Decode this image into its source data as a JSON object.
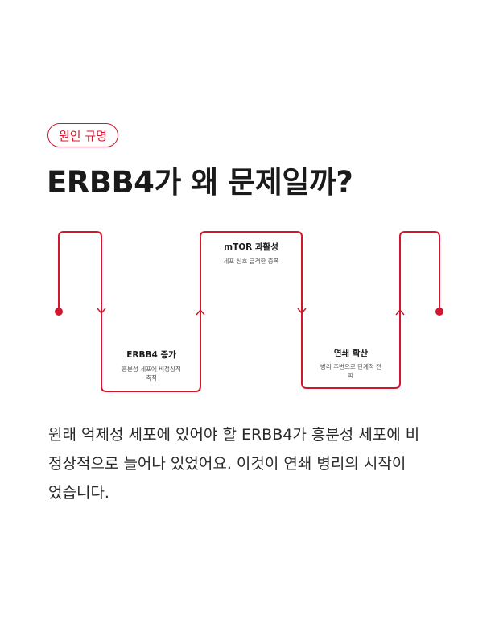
{
  "badge": "원인 규명",
  "title": "ERBB4가 왜 문제일까?",
  "diagram": {
    "accent_color": "#d0172d",
    "stages": [
      {
        "title": "ERBB4 증가",
        "desc_lines": [
          "흥분성 세포에 비정상적",
          "축적"
        ]
      },
      {
        "title": "mTOR 과활성",
        "desc_lines": [
          "세포 신호 급격한 증폭"
        ]
      },
      {
        "title": "연쇄 확산",
        "desc_lines": [
          "병리 주변으로 단계적 전",
          "파"
        ]
      }
    ]
  },
  "body_lines": [
    "원래 억제성 세포에 있어야 할 ERBB4가 흥분성 세포에 비",
    "정상적으로 늘어나 있었어요. 이것이 연쇄 병리의 시작이",
    "었습니다."
  ]
}
